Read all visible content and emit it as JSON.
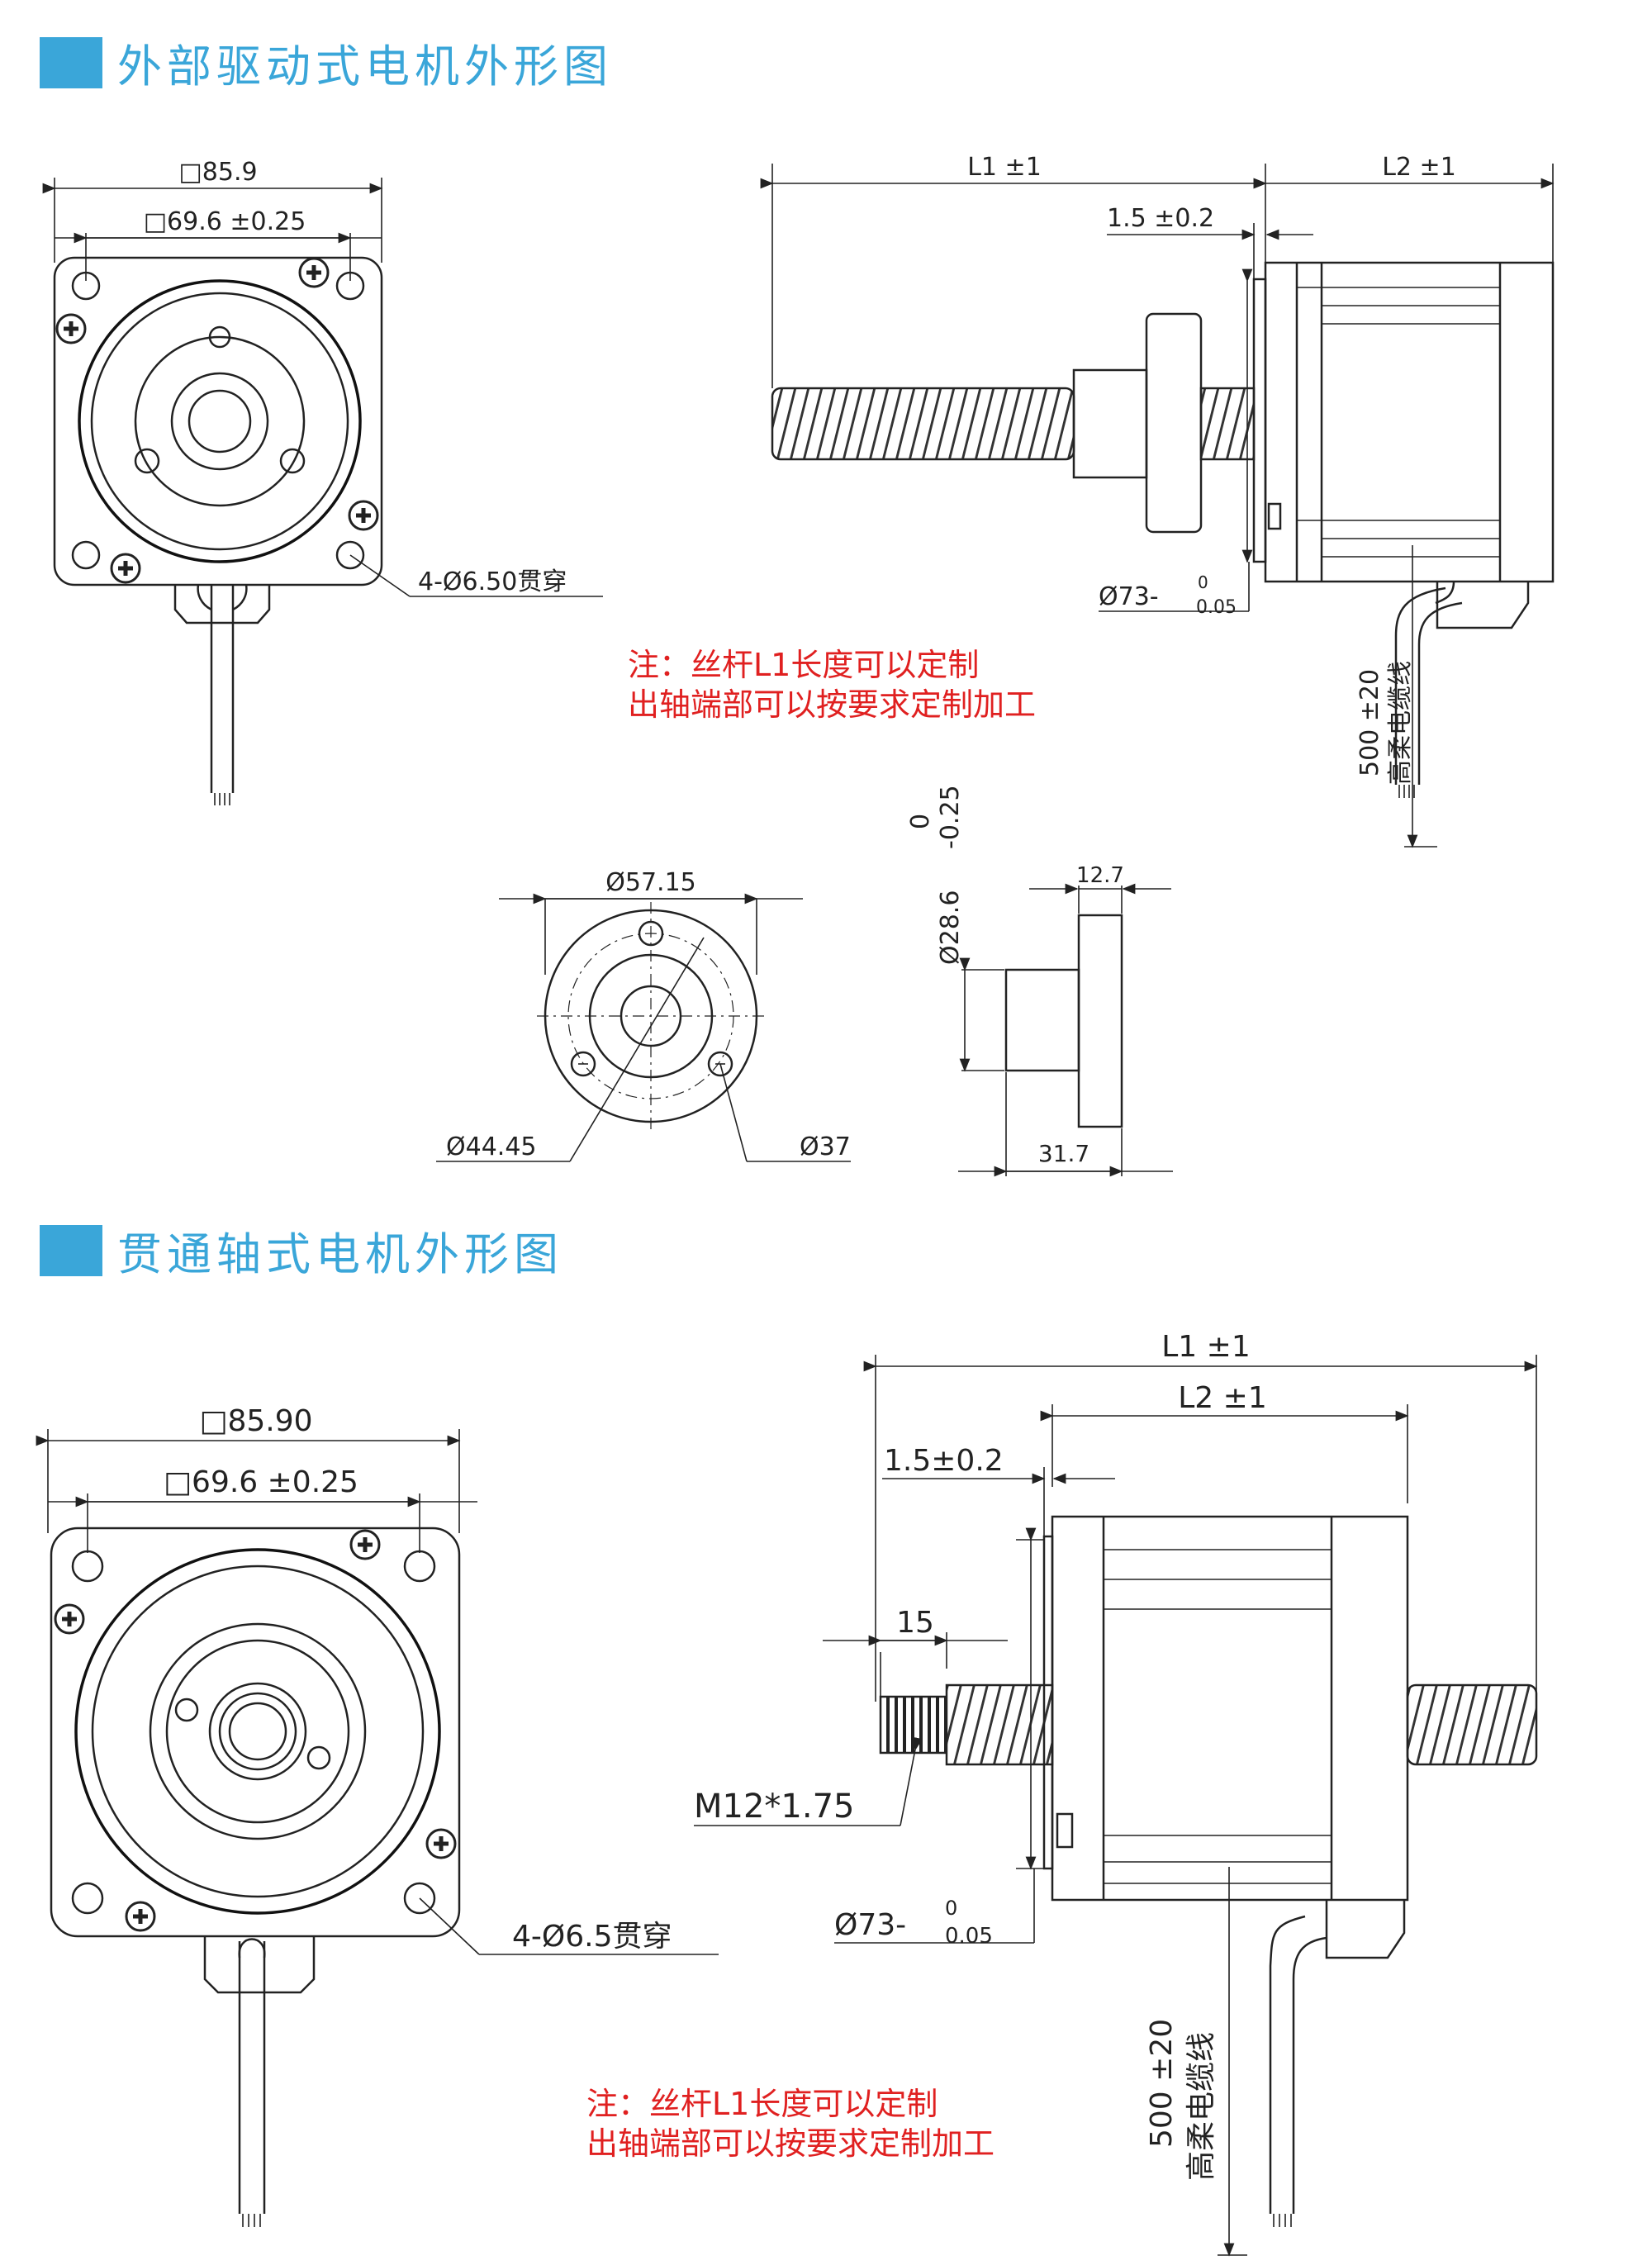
{
  "section1": {
    "title": "外部驱动式电机外形图",
    "front": {
      "outer_dim": "□85.9",
      "hole_pitch_dim": "□69.6 ±0.25",
      "holes_note": "4-Ø6.50贯穿"
    },
    "side": {
      "l1": "L1 ±1",
      "l2": "L2 ±1",
      "gap": "1.5 ±0.2",
      "pilot_dia": "Ø73-",
      "pilot_tol_upper": "0",
      "pilot_tol_lower": "0.05",
      "cable": "500 ±20",
      "cable_desc": "高柔电缆线"
    },
    "note_line1": "注：丝杆L1长度可以定制",
    "note_line2": "出轴端部可以按要求定制加工",
    "nut_front": {
      "dia_outer": "Ø57.15",
      "dia_pcd": "Ø44.45",
      "dia_inner": "Ø37"
    },
    "nut_side": {
      "dia": "Ø28.6",
      "tol_upper": "0",
      "tol_lower": "-0.25",
      "flange_w": "12.7",
      "length": "31.7"
    }
  },
  "section2": {
    "title": "贯通轴式电机外形图",
    "front": {
      "outer_dim": "□85.90",
      "hole_pitch_dim": "□69.6 ±0.25",
      "holes_note": "4-Ø6.5贯穿"
    },
    "side": {
      "l1": "L1 ±1",
      "l2": "L2 ±1",
      "gap": "1.5±0.2",
      "thread_len": "15",
      "thread": "M12*1.75",
      "pilot_dia": "Ø73-",
      "pilot_tol_upper": "0",
      "pilot_tol_lower": "0.05",
      "cable": "500 ±20",
      "cable_desc": "高柔电缆线"
    },
    "note_line1": "注：丝杆L1长度可以定制",
    "note_line2": "出轴端部可以按要求定制加工"
  },
  "colors": {
    "accent": "#3aa6d9",
    "note": "#e02020",
    "line": "#222222"
  }
}
